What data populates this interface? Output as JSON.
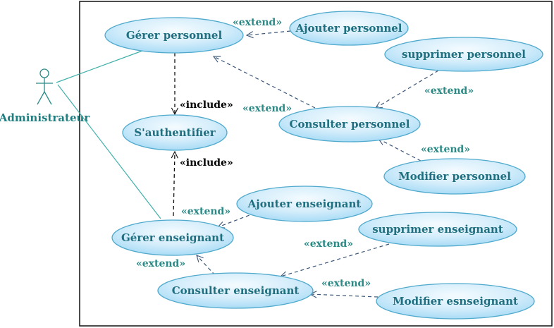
{
  "actor": {
    "name": "Administrateur"
  },
  "use_cases": {
    "gerer_personnel": "Gérer personnel",
    "ajouter_personnel": "Ajouter personnel",
    "supprimer_personnel": "supprimer personnel",
    "consulter_personnel": "Consulter personnel",
    "modifier_personnel": "Modifier personnel",
    "authentifier": "S'authentifier",
    "gerer_enseignant": "Gérer enseignant",
    "ajouter_enseignant": "Ajouter enseignant",
    "supprimer_enseignant": "supprimer enseignant",
    "consulter_enseignant": "Consulter enseignant",
    "modifier_enseignant": "Modifier esnseignant"
  },
  "relations": {
    "extend_ajouter_personnel": "«extend»",
    "extend_supprimer_personnel": "«extend»",
    "extend_consulter_personnel": "«extend»",
    "extend_modifier_personnel": "«extend»",
    "include_personnel": "«include»",
    "include_enseignant": "«include»",
    "extend_ajouter_enseignant": "«extend»",
    "extend_consulter_enseignant": "«extend»",
    "extend_supprimer_enseignant": "«extend»",
    "extend_modifier_enseignant": "«extend»"
  },
  "colors": {
    "ellipse_fill_light": "#f4fbff",
    "ellipse_fill_dark": "#a9dcf6",
    "ellipse_stroke": "#4fa9cc",
    "text_teal": "#1f6f80",
    "extend_label": "#2c8a86",
    "include_label": "#000000",
    "dashed_line": "#3a5577"
  }
}
